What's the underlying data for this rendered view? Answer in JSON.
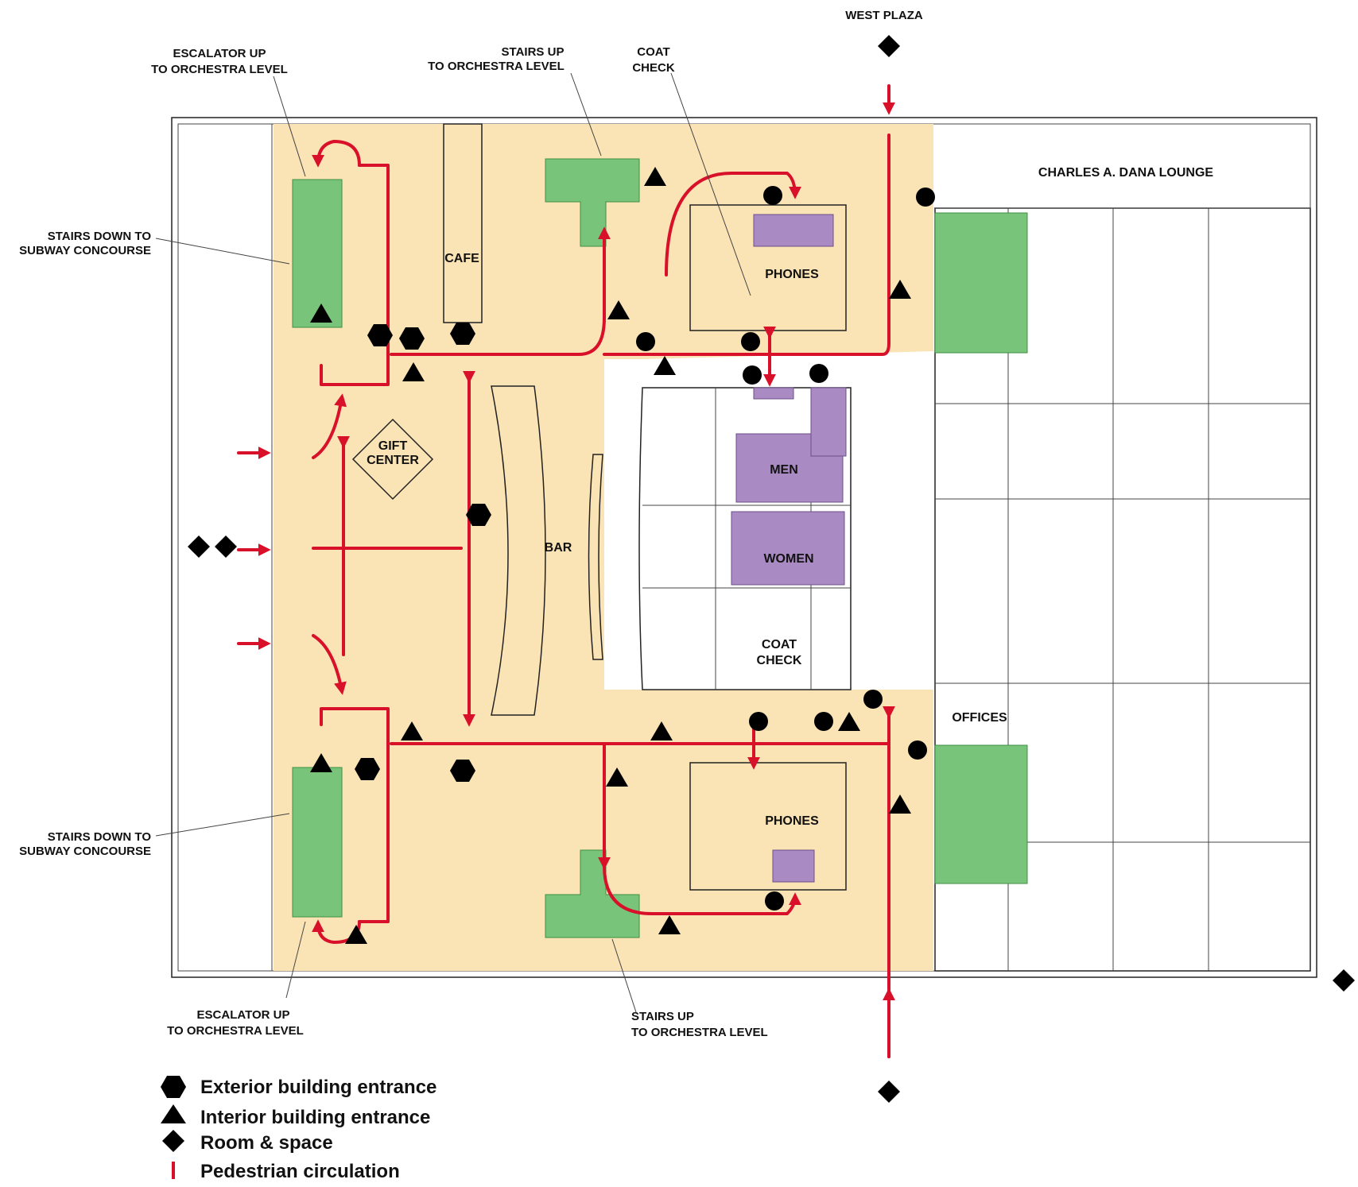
{
  "colors": {
    "public_area": "#fae3b4",
    "stairs": "#79c47b",
    "restrooms": "#a98ac3",
    "circulation": "#d9102a",
    "symbols": "#000000"
  },
  "callouts": {
    "escalator_top": [
      "ESCALATOR UP",
      "TO ORCHESTRA LEVEL"
    ],
    "stairs_up_top": [
      "STAIRS UP",
      "TO ORCHESTRA LEVEL"
    ],
    "coat_check_top": [
      "COAT",
      "CHECK"
    ],
    "west_plaza": "WEST PLAZA",
    "stairs_down_top": [
      "STAIRS DOWN TO",
      "SUBWAY CONCOURSE"
    ],
    "stairs_down_bottom": [
      "STAIRS DOWN TO",
      "SUBWAY CONCOURSE"
    ],
    "escalator_bottom": [
      "ESCALATOR UP",
      "TO ORCHESTRA LEVEL"
    ],
    "stairs_up_bottom": [
      "STAIRS UP",
      "TO ORCHESTRA LEVEL"
    ]
  },
  "rooms": {
    "lounge": "CHARLES A. DANA LOUNGE",
    "cafe": "CAFE",
    "phones_top": "PHONES",
    "phones_bottom": "PHONES",
    "gift_center": [
      "GIFT",
      "CENTER"
    ],
    "bar": "BAR",
    "men": "MEN",
    "women": "WOMEN",
    "coat_check": [
      "COAT",
      "CHECK"
    ],
    "offices": "OFFICES"
  },
  "legend": [
    {
      "symbol": "hexagon",
      "label": "Exterior building entrance"
    },
    {
      "symbol": "triangle",
      "label": "Interior building entrance"
    },
    {
      "symbol": "diamond",
      "label": "Room & space"
    },
    {
      "symbol": "line",
      "label": "Pedestrian circulation"
    }
  ]
}
